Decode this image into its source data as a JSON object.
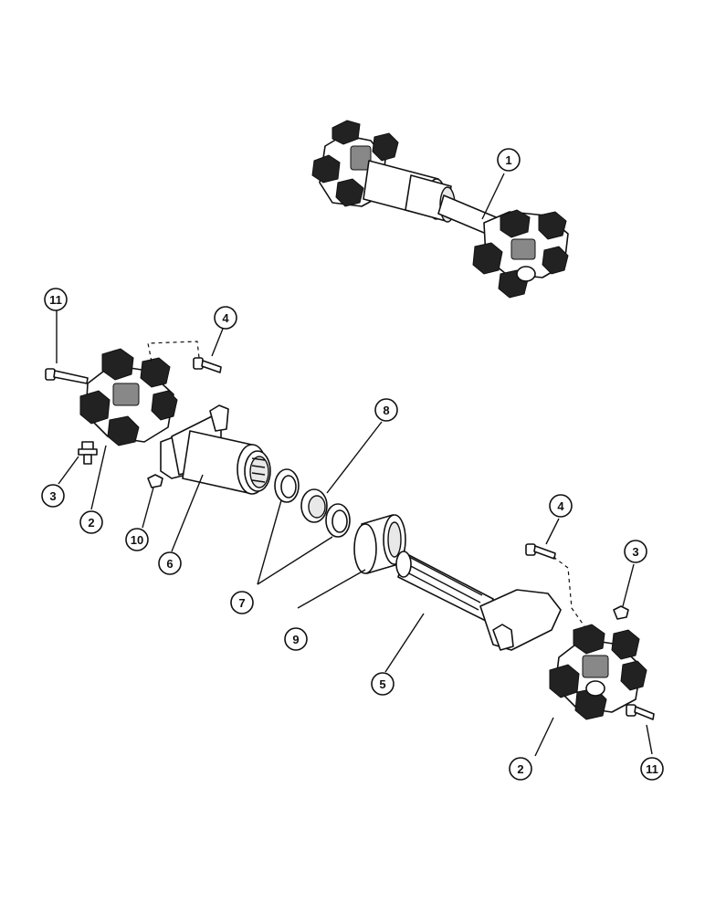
{
  "callouts": [
    {
      "id": "c1",
      "label": "1"
    },
    {
      "id": "c11a",
      "label": "11"
    },
    {
      "id": "c4a",
      "label": "4"
    },
    {
      "id": "c8",
      "label": "8"
    },
    {
      "id": "c3a",
      "label": "3"
    },
    {
      "id": "c2a",
      "label": "2"
    },
    {
      "id": "c10",
      "label": "10"
    },
    {
      "id": "c6",
      "label": "6"
    },
    {
      "id": "c7",
      "label": "7"
    },
    {
      "id": "c9",
      "label": "9"
    },
    {
      "id": "c4b",
      "label": "4"
    },
    {
      "id": "c3b",
      "label": "3"
    },
    {
      "id": "c5",
      "label": "5"
    },
    {
      "id": "c2b",
      "label": "2"
    },
    {
      "id": "c11b",
      "label": "11"
    }
  ]
}
